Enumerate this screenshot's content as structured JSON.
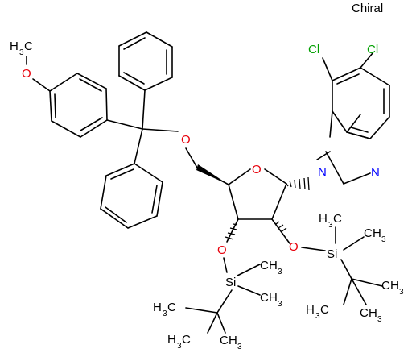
{
  "chiral_label": "Chiral",
  "atoms": {
    "cl_left": "Cl",
    "cl_right": "Cl",
    "n_ring": "N",
    "n_imine": "N",
    "o_furanose": "O",
    "o_methoxy": "O",
    "o_trityl": "O",
    "o_2": "O",
    "o_3": "O",
    "si_2": "Si",
    "si_3": "Si"
  },
  "groups": {
    "ch3_methoxy_h": "H",
    "ch3_methoxy_c": "C",
    "ch3_methoxy_3": "3",
    "h3c_prefix_h": "H",
    "h3c_prefix_3": "3",
    "h3c_prefix_c": "C",
    "ch3_suffix_c": "C",
    "ch3_suffix_h": "H",
    "ch3_suffix_3": "3"
  },
  "colors": {
    "bond": "#000000",
    "oxygen": "#e8000b",
    "nitrogen": "#0000ff",
    "chlorine": "#00a000",
    "silicon": "#000000",
    "carbon": "#000000"
  }
}
